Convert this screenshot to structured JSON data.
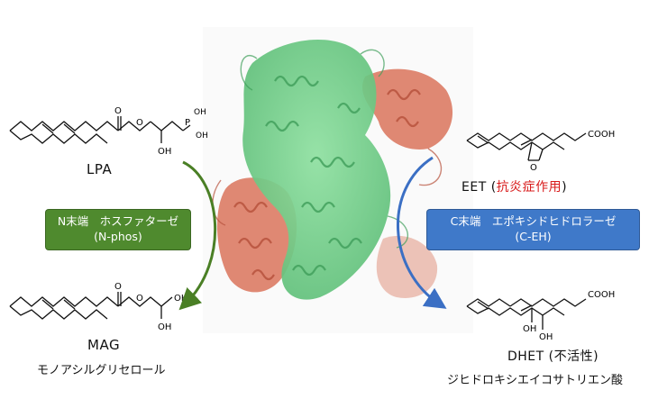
{
  "left_top": {
    "name": "LPA"
  },
  "left_box": {
    "line1": "N末端　ホスファターゼ",
    "line2": "(N-phos)"
  },
  "left_bottom": {
    "name": "MAG",
    "subtitle": "モノアシルグリセロール"
  },
  "right_top": {
    "name": "EET",
    "paren_open": " (",
    "note": "抗炎症作用",
    "paren_close": ")"
  },
  "right_box": {
    "line1": "C末端　エポキシドヒドロラーゼ",
    "line2": "(C-EH)"
  },
  "right_bottom": {
    "name": "DHET",
    "note": " (不活性)",
    "subtitle": "ジヒドロキシエイコサトリエン酸"
  },
  "atoms": {
    "O": "O",
    "OH": "OH",
    "P": "P",
    "COOH": "COOH"
  },
  "colors": {
    "green_arrow": "#4a7f25",
    "blue_arrow": "#3b6fc4",
    "protein_green": "#6ccf86",
    "protein_red": "#d9735a",
    "emphasis_red": "#d81b1b"
  }
}
